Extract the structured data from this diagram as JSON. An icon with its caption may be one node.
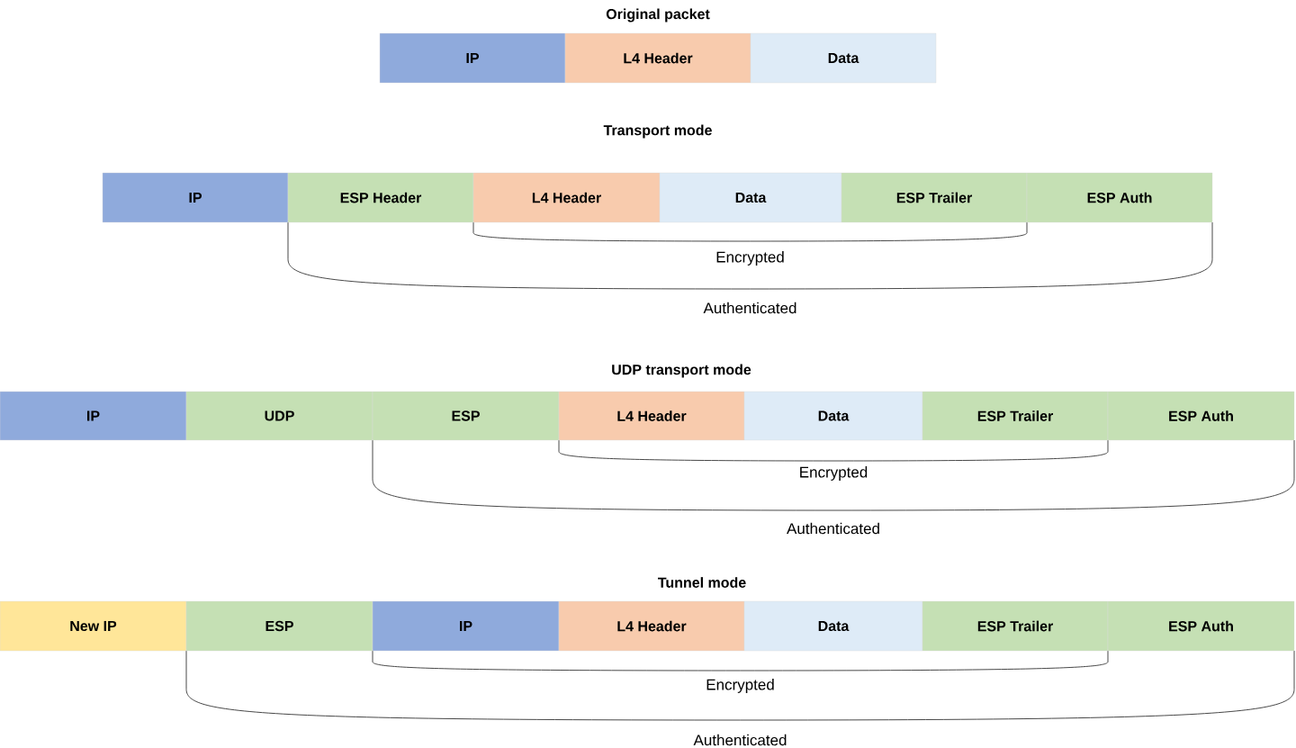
{
  "diagram": {
    "nodes": [
      {
        "text": [
          "IP"
        ]
      },
      {
        "text": [
          "L4 Header"
        ]
      },
      {
        "text": [
          "Data"
        ]
      },
      {
        "text": [
          "IP"
        ]
      },
      {
        "text": [
          "ESP Header"
        ]
      },
      {
        "text": [
          "L4 Header"
        ]
      },
      {
        "text": [
          "Data"
        ]
      },
      {
        "text": [
          "ESP Trailer"
        ]
      },
      {
        "text": [
          "ESP Auth"
        ]
      },
      {
        "text": [
          "IP"
        ]
      },
      {
        "text": [
          "UDP"
        ]
      },
      {
        "text": [
          "ESP"
        ]
      },
      {
        "text": [
          "L4 Header"
        ]
      },
      {
        "text": [
          "Data"
        ]
      },
      {
        "text": [
          "ESP Trailer"
        ]
      },
      {
        "text": [
          "ESP Auth"
        ]
      },
      {
        "text": [
          "New IP"
        ]
      },
      {
        "text": [
          "ESP"
        ]
      },
      {
        "text": [
          "IP"
        ]
      },
      {
        "text": [
          "L4 Header"
        ]
      },
      {
        "text": [
          "Data"
        ]
      },
      {
        "text": [
          "ESP Trailer"
        ]
      },
      {
        "text": [
          "ESP Auth"
        ]
      }
    ],
    "labels": [
      "Original packet",
      "Transport mode",
      "Encrypted",
      "Authenticated",
      "UDP transport mode",
      "Encrypted",
      "Authenticated",
      "Tunnel mode",
      "Encrypted",
      "Authenticated"
    ]
  }
}
